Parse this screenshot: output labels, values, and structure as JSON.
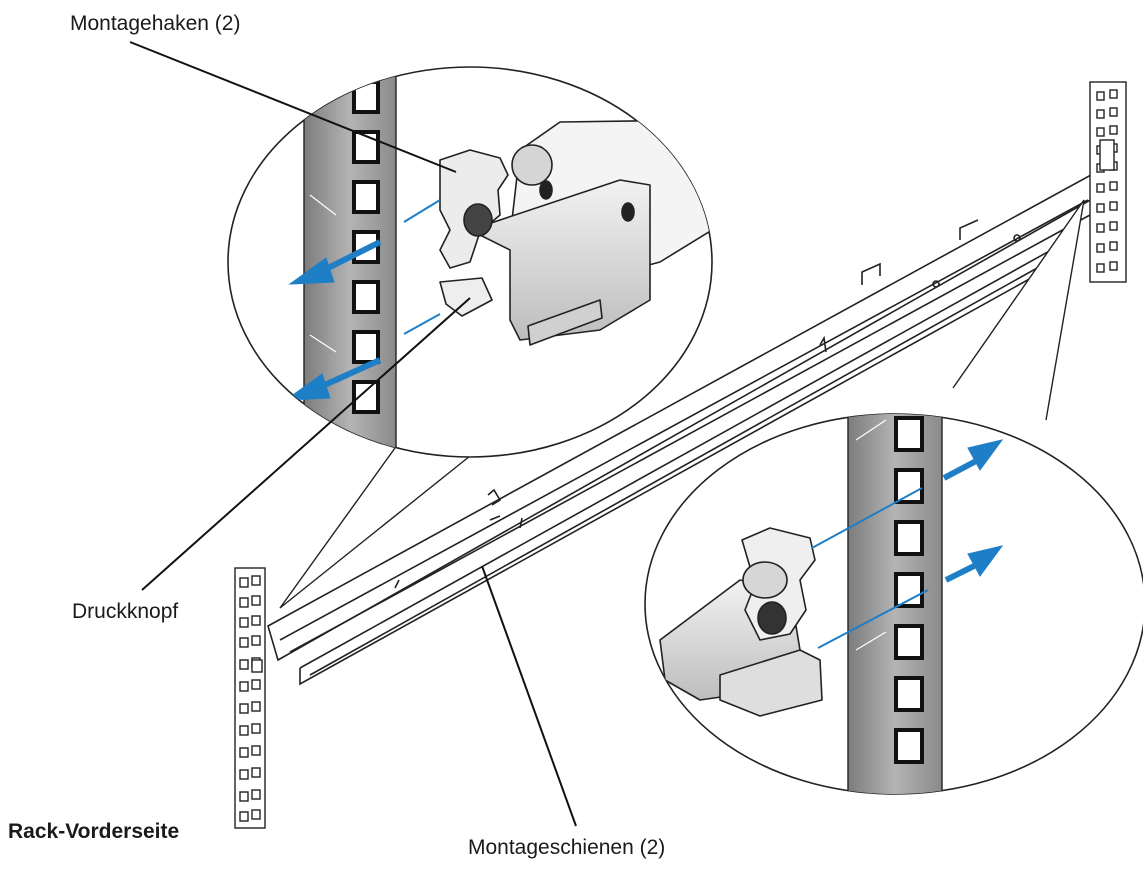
{
  "labels": {
    "mounting_hooks": "Montagehaken (2)",
    "push_button": "Druckknopf",
    "rack_front": "Rack-Vorderseite",
    "mounting_rails": "Montageschienen (2)"
  },
  "colors": {
    "line": "#222222",
    "arrow": "#1e7fc7",
    "metal_light": "#e6e6e6",
    "metal_mid": "#c8c8c8",
    "post_gray": "#9a9a9a",
    "background": "#ffffff"
  }
}
